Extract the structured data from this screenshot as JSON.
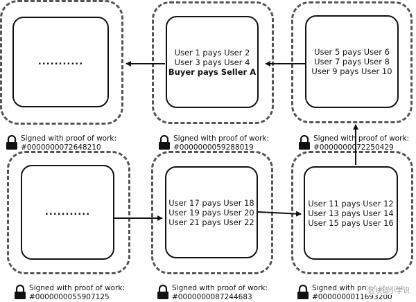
{
  "blocks": [
    {
      "id": "top-left",
      "lines": [],
      "placeholder": "..........."
    },
    {
      "id": "top-middle",
      "lines": [
        "User 1 pays User 2",
        "User 3 pays User 4"
      ],
      "bold_line": "Buyer pays Seller A"
    },
    {
      "id": "top-right",
      "lines": [
        "User 5 pays User 6",
        "User 7 pays User 8",
        "User 9 pays User 10"
      ]
    },
    {
      "id": "bottom-left",
      "lines": [],
      "placeholder": "..........."
    },
    {
      "id": "bottom-middle",
      "lines": [
        "User 17 pays User 18",
        "User 19 pays User 20",
        "User 21 pays User 22"
      ]
    },
    {
      "id": "bottom-right",
      "lines": [
        "User 11 pays User 12",
        "User 13 pays User 14",
        "User 15 pays User 16"
      ]
    }
  ],
  "signatures": [
    {
      "label": "Signed with proof of work:",
      "hash": "#0000000072648210"
    },
    {
      "label": "Signed with proof of work:",
      "hash": "#0000000059288019"
    },
    {
      "label": "Signed with proof of work:",
      "hash": "#0000000072250429"
    },
    {
      "label": "Signed with proof of work:",
      "hash": "#0000000055907125"
    },
    {
      "label": "Signed with proof of work:",
      "hash": "#0000000087244683"
    },
    {
      "label": "Signed with proof of work:",
      "hash": "#0000000011693200"
    }
  ],
  "watermark": "区块链小学识",
  "icons": {
    "signature": "padlock-icon"
  }
}
